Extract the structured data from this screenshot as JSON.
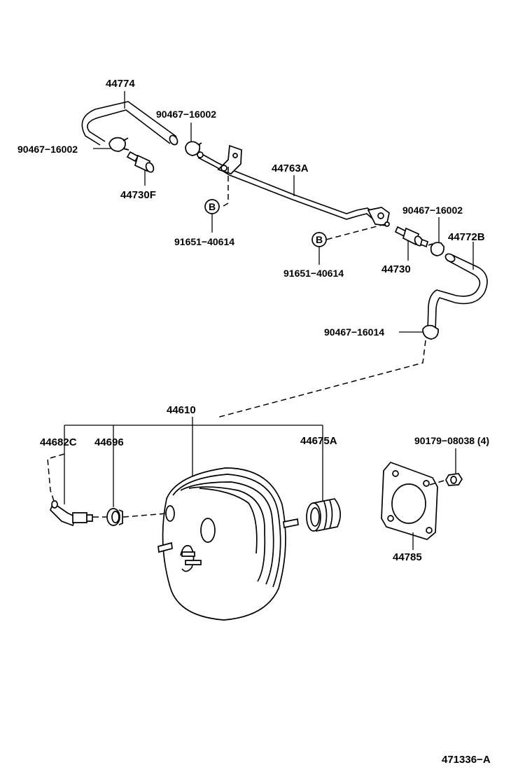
{
  "labels": {
    "p44774": "44774",
    "p90467_16002_a": "90467−16002",
    "p90467_16002_b": "90467−16002",
    "p44730F": "44730F",
    "p44763A": "44763A",
    "p91651_40614_a": "91651−40614",
    "p91651_40614_b": "91651−40614",
    "p90467_16002_c": "90467−16002",
    "p44772B": "44772B",
    "p44730": "44730",
    "p90467_16014": "90467−16014",
    "p44610": "44610",
    "p44682C": "44682C",
    "p44696": "44696",
    "p44675A": "44675A",
    "p90179_08038": "90179−08038 (4)",
    "p44785": "44785",
    "ref_b1": "B",
    "ref_b2": "B",
    "figure_code": "471336−A"
  }
}
